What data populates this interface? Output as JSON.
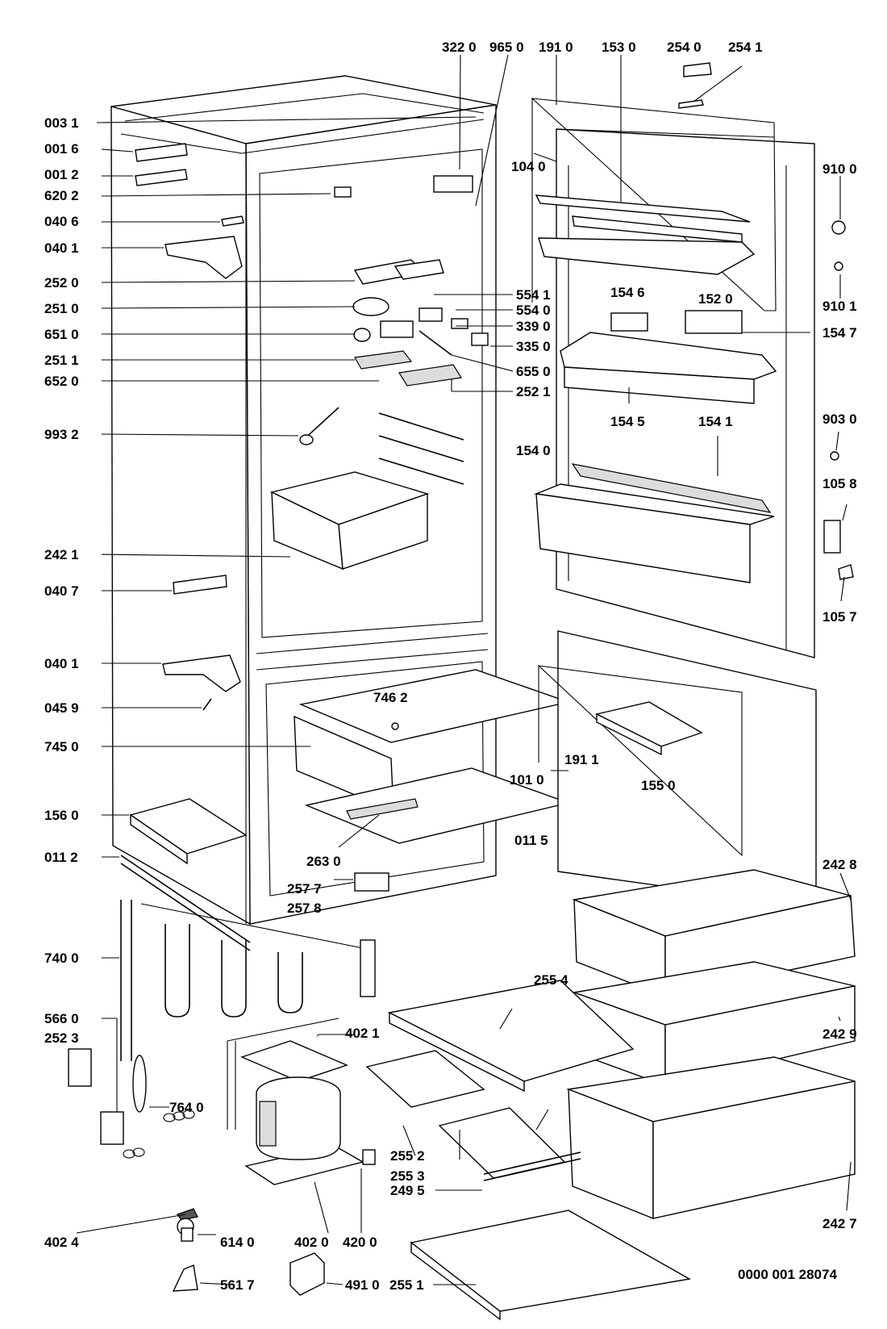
{
  "drawing_number": "0000 001 28074",
  "labels_left": [
    "003 1",
    "001 6",
    "001 2",
    "620 2",
    "040 6",
    "040 1",
    "252 0",
    "251 0",
    "651 0",
    "251 1",
    "652 0",
    "993 2",
    "242 1",
    "040 7",
    "040 1",
    "045 9",
    "745 0",
    "156 0",
    "011 2",
    "740 0",
    "566 0",
    "252 3",
    "402 4"
  ],
  "labels_top": [
    "322 0",
    "965 0",
    "191 0",
    "153 0",
    "254 0",
    "254 1"
  ],
  "labels_right": [
    "910 0",
    "910 1",
    "154 7",
    "903 0",
    "105 8",
    "105 7",
    "242 8",
    "242 9",
    "242 7"
  ],
  "labels_center": [
    "104 0",
    "554 1",
    "554 0",
    "339 0",
    "335 0",
    "655 0",
    "252 1",
    "154 6",
    "152 0",
    "154 5",
    "154 1",
    "154 0",
    "746 2",
    "191 1",
    "101 0",
    "155 0",
    "011 5",
    "263 0",
    "257 7",
    "257 8",
    "255 4",
    "402 1",
    "764 0",
    "255 2",
    "255 3",
    "249 5",
    "614 0",
    "402 0",
    "420 0",
    "561 7",
    "491 0",
    "255 1"
  ]
}
